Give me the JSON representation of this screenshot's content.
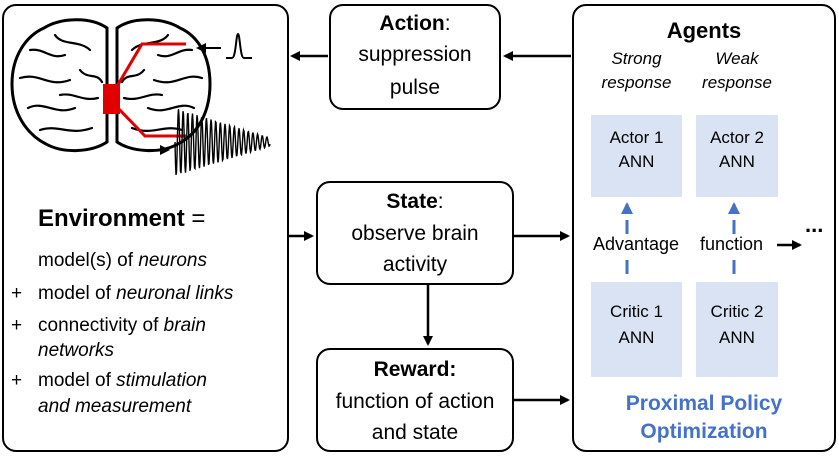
{
  "environment": {
    "title": "Environment",
    "equals": "=",
    "line1_a": "model(s) of ",
    "line1_b": "neurons",
    "plus": "+",
    "line2_a": "model of ",
    "line2_b": "neuronal links",
    "line3_a": "connectivity of ",
    "line3_b": "brain",
    "line3_c": "networks",
    "line4_a": "model of ",
    "line4_b": "stimulation",
    "line4_c": "and measurement"
  },
  "action": {
    "title": "Action",
    "colon": ":",
    "line1": "suppression",
    "line2": "pulse"
  },
  "state": {
    "title": "State",
    "colon": ":",
    "line1": "observe brain",
    "line2": "activity"
  },
  "reward": {
    "title": "Reward:",
    "line1": "function of action",
    "line2": "and state"
  },
  "agents": {
    "title": "Agents",
    "strong_1": "Strong",
    "strong_2": "response",
    "weak_1": "Weak",
    "weak_2": "response",
    "actor1_1": "Actor 1",
    "actor1_2": "ANN",
    "actor2_1": "Actor 2",
    "actor2_2": "ANN",
    "critic1_1": "Critic 1",
    "critic1_2": "ANN",
    "critic2_1": "Critic 2",
    "critic2_2": "ANN",
    "advantage_a": "Advantage",
    "advantage_b": "function",
    "ellipsis": "...",
    "ppo_1": "Proximal Policy",
    "ppo_2": "Optimization"
  },
  "colors": {
    "panel": "#dae3f3",
    "blue_arrow": "#4472c4",
    "ppo_text": "#4472c4",
    "electrode": "#e00000"
  }
}
